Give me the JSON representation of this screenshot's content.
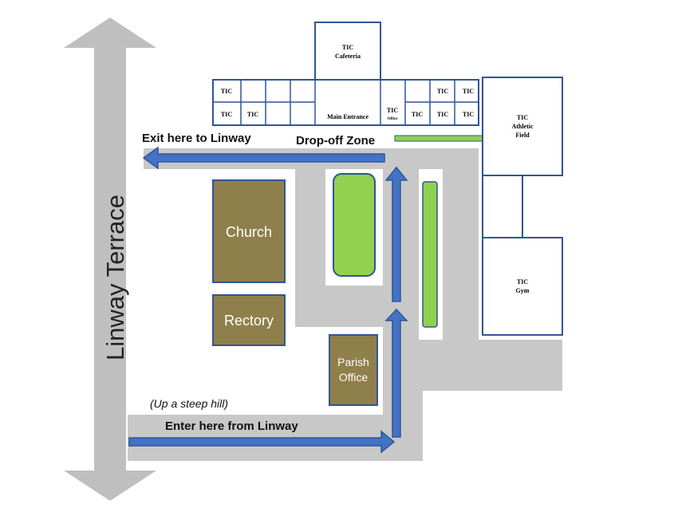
{
  "street": {
    "name": "Linway Terrace"
  },
  "buildings": {
    "cafeteria": {
      "line1": "TIC",
      "line2": "Cafeteria"
    },
    "main_entrance": "Main Entrance",
    "office": {
      "line1": "TIC",
      "line2": "Office"
    },
    "athletic_field": {
      "line1": "TIC",
      "line2": "Athletic",
      "line3": "Field"
    },
    "gym": {
      "line1": "TIC",
      "line2": "Gym"
    },
    "classroom_label": "TIC",
    "church": "Church",
    "rectory": "Rectory",
    "parish_office": {
      "line1": "Parish",
      "line2": "Office"
    }
  },
  "labels": {
    "exit": "Exit here to Linway",
    "dropoff": "Drop-off Zone",
    "enter": "Enter here from Linway",
    "hill": "(Up a steep hill)"
  },
  "colors": {
    "road": "#c8c8c8",
    "outline": "#2f5597",
    "arrow": "#4472c4",
    "green": "#92d050",
    "green_dark": "#70ad47",
    "olive": "#8f7f4a",
    "street_arrow": "#bfbfbf"
  }
}
